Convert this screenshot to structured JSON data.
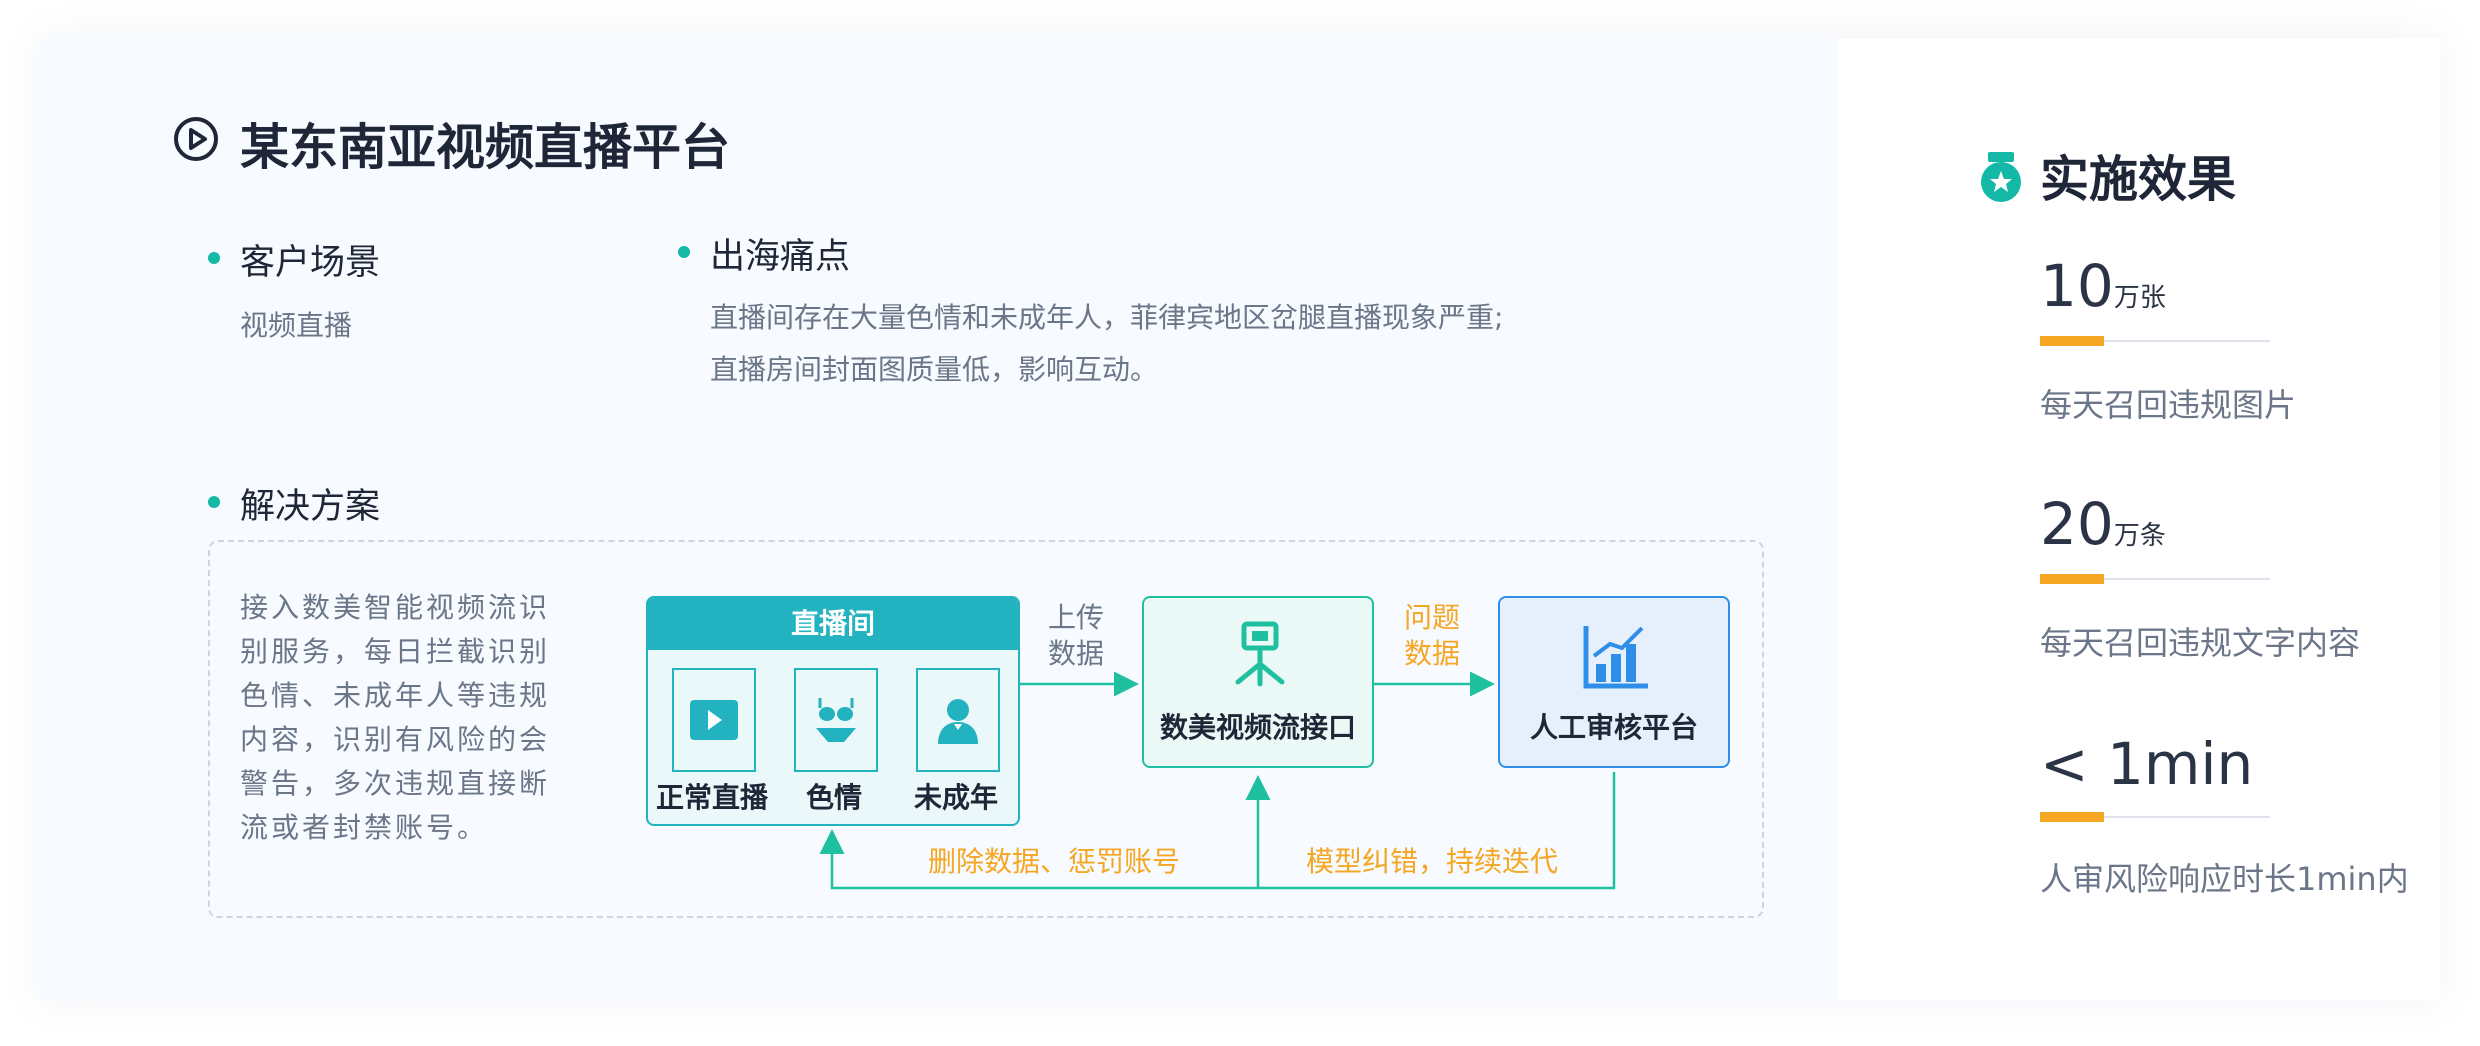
{
  "title": "某东南亚视频直播平台",
  "customer": {
    "heading": "客户场景",
    "text": "视频直播"
  },
  "pain": {
    "heading": "出海痛点",
    "lines": [
      "直播间存在大量色情和未成年人，菲律宾地区岔腿直播现象严重;",
      "直播房间封面图质量低，影响互动。"
    ]
  },
  "solution": {
    "heading": "解决方案",
    "text": "接入数美智能视频流识别服务，每日拦截识别色情、未成年人等违规内容，识别有风险的会警告，多次违规直接断流或者封禁账号。"
  },
  "diagram": {
    "live_room": {
      "title": "直播间",
      "items": [
        {
          "label": "正常直播",
          "icon": "video-camera-icon"
        },
        {
          "label": "色情",
          "icon": "bikini-icon"
        },
        {
          "label": "未成年",
          "icon": "child-icon"
        }
      ]
    },
    "upload_label": [
      "上传",
      "数据"
    ],
    "issue_label": [
      "问题",
      "数据"
    ],
    "api_node": {
      "label": "数美视频流接口",
      "icon": "network-node-icon"
    },
    "review_node": {
      "label": "人工审核平台",
      "icon": "bar-chart-icon"
    },
    "feedback_left": "删除数据、惩罚账号",
    "feedback_right": "模型纠错，持续迭代",
    "colors": {
      "teal": "#22b2c0",
      "green": "#1fc0a0",
      "blue": "#2f8fe8",
      "orange": "#f5a623"
    }
  },
  "effects": {
    "title": "实施效果",
    "icon": "medal-icon",
    "metrics": [
      {
        "value": "10",
        "unit": "万张",
        "desc": "每天召回违规图片"
      },
      {
        "value": "20",
        "unit": "万条",
        "desc": "每天召回违规文字内容"
      },
      {
        "value": "< 1min",
        "unit": "",
        "desc": "人审风险响应时长1min内"
      }
    ]
  }
}
